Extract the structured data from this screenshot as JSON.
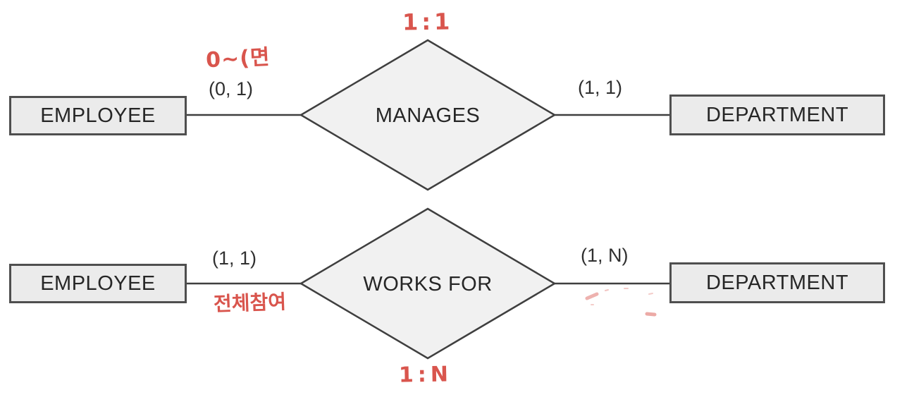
{
  "diagram": {
    "type": "er-diagram",
    "colors": {
      "background": "#ffffff",
      "entity_fill": "#ebebeb",
      "entity_border": "#4f4f4f",
      "diamond_fill": "#f1f1f1",
      "connector_line": "#3f3f3f",
      "label_text": "#262626",
      "handwriting_red": "#d9554d"
    },
    "rows": [
      {
        "relationship": "MANAGES",
        "left_entity": "EMPLOYEE",
        "right_entity": "DEPARTMENT",
        "left_cardinality": "(0, 1)",
        "right_cardinality": "(1, 1)",
        "annotation_ratio": "1:1",
        "annotation_note": "0~(면"
      },
      {
        "relationship": "WORKS FOR",
        "left_entity": "EMPLOYEE",
        "right_entity": "DEPARTMENT",
        "left_cardinality": "(1, 1)",
        "right_cardinality": "(1, N)",
        "annotation_ratio": "1:N",
        "annotation_note": "전체참여"
      }
    ]
  }
}
